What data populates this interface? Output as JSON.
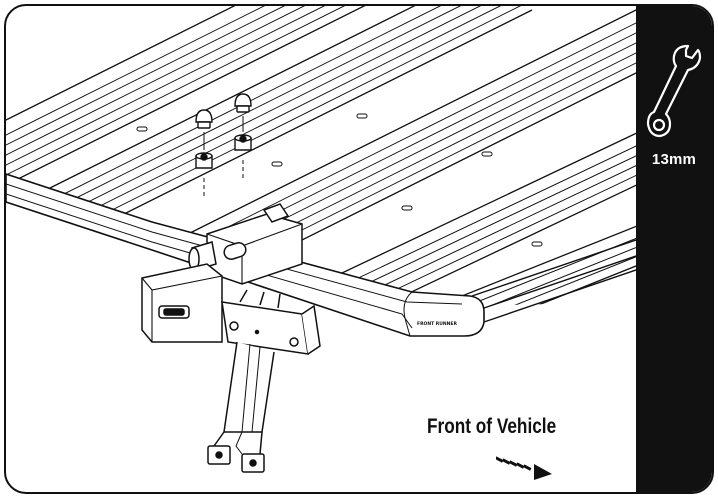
{
  "tool": {
    "icon": "wrench-icon",
    "size_label": "13mm",
    "strip_color": "#111111"
  },
  "orientation": {
    "label": "Front of Vehicle",
    "arrow_icon": "dashed-arrow-right-icon"
  },
  "rack": {
    "corner_mark_text": "FRONT RUNNER"
  },
  "colors": {
    "line": "#111111",
    "background": "#ffffff"
  }
}
